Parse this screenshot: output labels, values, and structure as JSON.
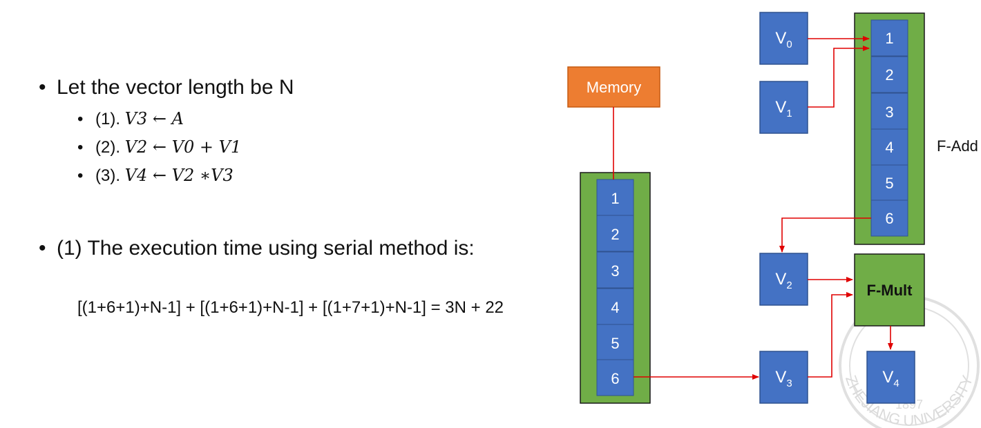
{
  "bullets": {
    "vector_length": "Let the vector length be N",
    "sub": [
      {
        "num": "(1).",
        "expr": "V3 ← A"
      },
      {
        "num": "(2).",
        "expr": "V2 ← V0 + V1"
      },
      {
        "num": "(3).",
        "expr": "V4 ← V2  ∗V3"
      }
    ],
    "serial": "(1) The execution time using serial method is:",
    "formula": "[(1+6+1)+N-1] + [(1+6+1)+N-1] + [(1+7+1)+N-1] =  3N + 22"
  },
  "diagram": {
    "memory_label": "Memory",
    "memory_stages": [
      "1",
      "2",
      "3",
      "4",
      "5",
      "6"
    ],
    "fadd_label": "F-Add",
    "fadd_stages": [
      "1",
      "2",
      "3",
      "4",
      "5",
      "6"
    ],
    "fmult_label": "F-Mult",
    "registers": {
      "v0": {
        "base": "V",
        "sub": "0"
      },
      "v1": {
        "base": "V",
        "sub": "1"
      },
      "v2": {
        "base": "V",
        "sub": "2"
      },
      "v3": {
        "base": "V",
        "sub": "3"
      },
      "v4": {
        "base": "V",
        "sub": "4"
      }
    }
  },
  "seal": {
    "text": "ZHEJIANG UNIVERSITY",
    "year": "1897"
  },
  "colors": {
    "register_fill": "#4472c4",
    "register_stroke": "#2f528f",
    "pipeline_green": "#70ad47",
    "memory_orange": "#ed7d31",
    "arrow_red": "#e00000",
    "seal_gray": "#c8c8c8"
  }
}
